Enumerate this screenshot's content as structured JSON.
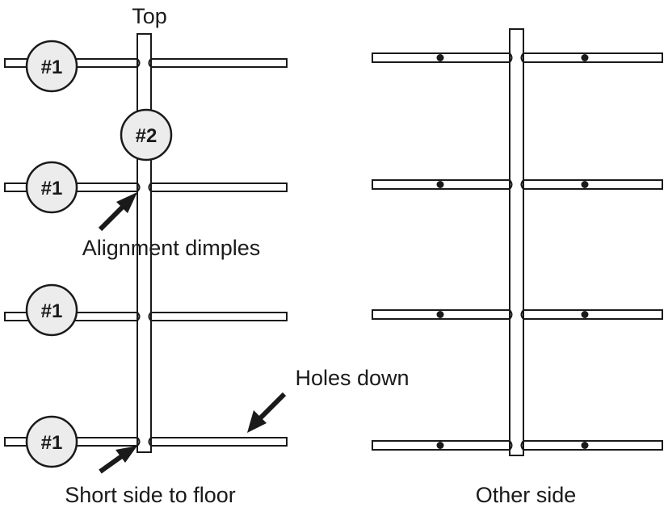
{
  "labels": {
    "top": "Top",
    "alignment_dimples": "Alignment dimples",
    "holes_down": "Holes down",
    "short_side": "Short side to floor",
    "other_side": "Other side"
  },
  "badges": {
    "rail": "#1",
    "post": "#2"
  },
  "colors": {
    "stroke": "#1a1a1a",
    "badge_fill": "#ececec",
    "background": "#ffffff"
  }
}
